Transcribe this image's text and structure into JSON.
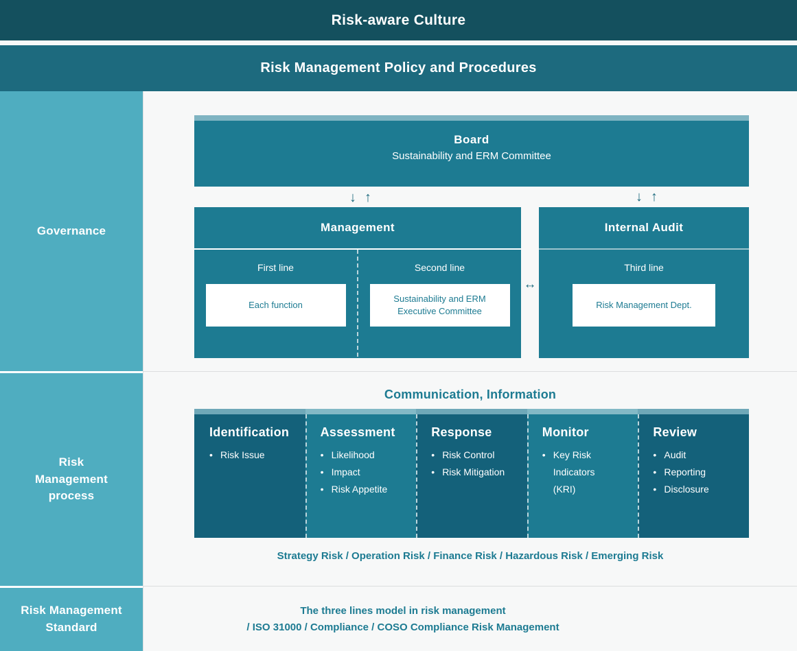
{
  "banners": {
    "culture": "Risk-aware Culture",
    "policy": "Risk Management Policy and Procedures"
  },
  "colors": {
    "culture_bar": "#14505e",
    "policy_bar": "#1d6a7e",
    "sidebar": "#4fadc0",
    "panel": "#1d7b92",
    "panel_dark": "#14617a",
    "cap_light": "#7fb4c2",
    "page_bg": "#f7f8f8",
    "accent_text": "#1d7b92"
  },
  "governance": {
    "sidebar_label": "Governance",
    "board": {
      "title": "Board",
      "subtitle": "Sustainability and ERM Committee"
    },
    "arrow_down": "↓",
    "arrow_up": "↑",
    "arrow_both": "↔",
    "management": {
      "title": "Management",
      "columns": [
        {
          "line_label": "First line",
          "box": "Each function"
        },
        {
          "line_label": "Second line",
          "box": "Sustainability and ERM\nExecutive Committee"
        }
      ]
    },
    "internal_audit": {
      "title": "Internal Audit",
      "line_label": "Third line",
      "box": "Risk Management Dept."
    }
  },
  "process": {
    "sidebar_label": "Risk\nManagement\nprocess",
    "communication_title": "Communication, Information",
    "risk_types": "Strategy Risk / Operation Risk / Finance Risk / Hazardous Risk / Emerging Risk",
    "steps": [
      {
        "name": "Identification",
        "items": [
          "Risk Issue"
        ],
        "shade": "dark"
      },
      {
        "name": "Assessment",
        "items": [
          "Likelihood",
          "Impact",
          "Risk Appetite"
        ],
        "shade": "light"
      },
      {
        "name": "Response",
        "items": [
          "Risk Control",
          "Risk Mitigation"
        ],
        "shade": "dark"
      },
      {
        "name": "Monitor",
        "items": [
          "Key Risk Indicators (KRI)"
        ],
        "shade": "light"
      },
      {
        "name": "Review",
        "items": [
          "Audit",
          "Reporting",
          "Disclosure"
        ],
        "shade": "dark"
      }
    ]
  },
  "standard": {
    "sidebar_label": "Risk Management\nStandard",
    "line1": "The three lines model in risk management",
    "line2": "/ ISO 31000 / Compliance / COSO Compliance Risk Management"
  }
}
